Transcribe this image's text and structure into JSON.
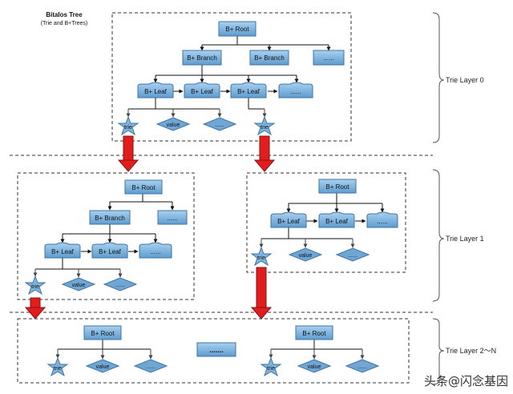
{
  "title": {
    "line1": "Bitalos Tree",
    "line2": "(Trie and B+Trees)"
  },
  "layers": {
    "layer0": "Trie Layer 0",
    "layer1": "Trie Layer 1",
    "layer2": "Trie Layer 2～N"
  },
  "nodes": {
    "root": "B+ Root",
    "branch": "B+ Branch",
    "leaf": "B+ Leaf",
    "ellipsis": "......",
    "trie": "trie",
    "value": "value",
    "between": "......."
  },
  "watermark": "头条@闪念基因",
  "colors": {
    "box_fill": "#7fb5de",
    "box_stroke": "#3d74a6",
    "diamond_fill": "#6fa6d4",
    "arrow_red": "#e21d1d"
  }
}
